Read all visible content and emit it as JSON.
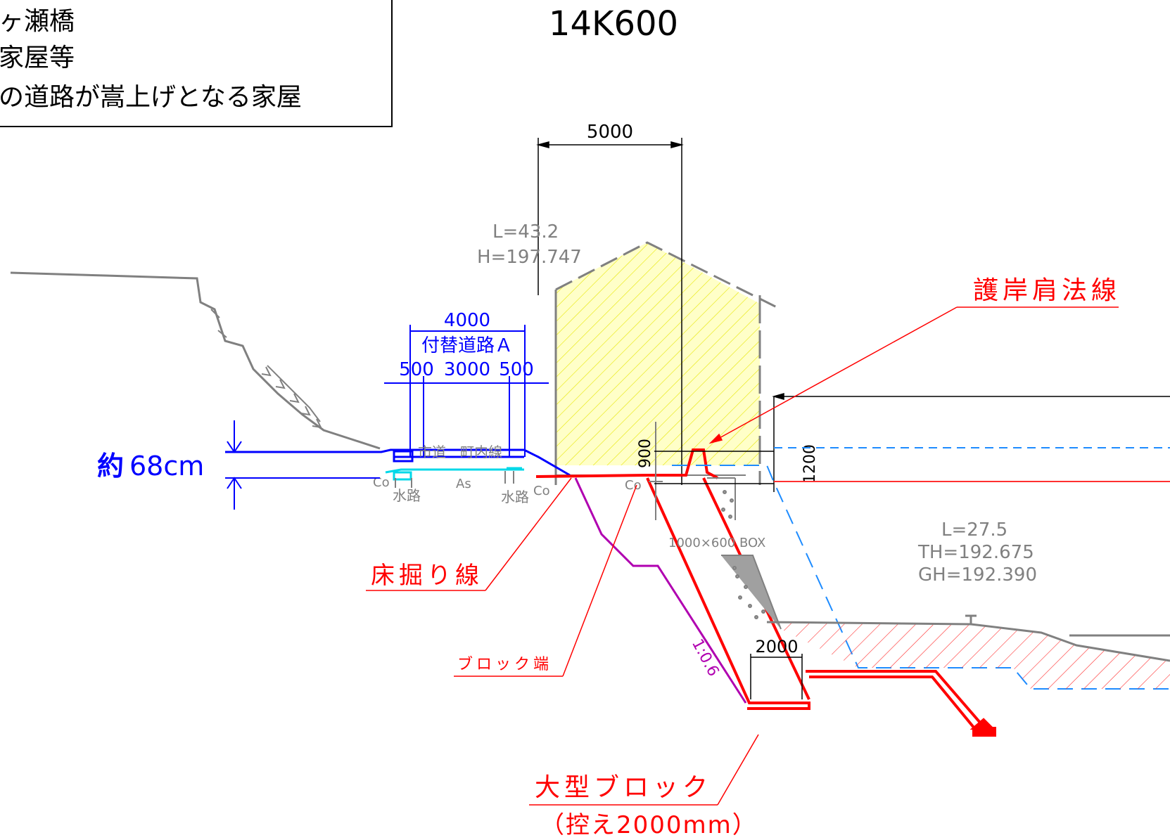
{
  "title": "14K600",
  "legend": {
    "line1": "ヶ瀬橋",
    "line2": "家屋等",
    "line3": "の道路が嵩上げとなる家屋"
  },
  "dimensions": {
    "house_width": "5000",
    "road_total": "4000",
    "road_name": "付替道路Ａ",
    "road_left": "500",
    "road_center": "3000",
    "road_right": "500",
    "raise_left": "900",
    "raise_right": "1200",
    "block_width": "2000"
  },
  "labels": {
    "raise_prefix": "約",
    "raise_value": "68cm",
    "house_l": "L=43.2",
    "house_h": "H=197.747",
    "revetment": "護岸肩法線",
    "bed_excavation": "床掘り線",
    "block_end": "ブロック端",
    "large_block": "大型ブロック",
    "large_block_sub": "（控え2000mm）",
    "box": "1000×600 BOX",
    "slope": "1:0.6",
    "river_l": "L=27.5",
    "river_th": "TH=192.675",
    "river_gh": "GH=192.390",
    "road_line": "市道　町内線",
    "co_left": "Co",
    "co_mid": "Co",
    "co_box": "Co",
    "as": "As",
    "waterway_left": "水路",
    "waterway_right": "水路"
  },
  "colors": {
    "blue": "#0000ff",
    "red": "#ff0000",
    "gray": "#808080",
    "magenta": "#b000b0",
    "cyan": "#00d8e8",
    "dashed_blue": "#1e8cff",
    "house_fill": "#ffffc8"
  }
}
